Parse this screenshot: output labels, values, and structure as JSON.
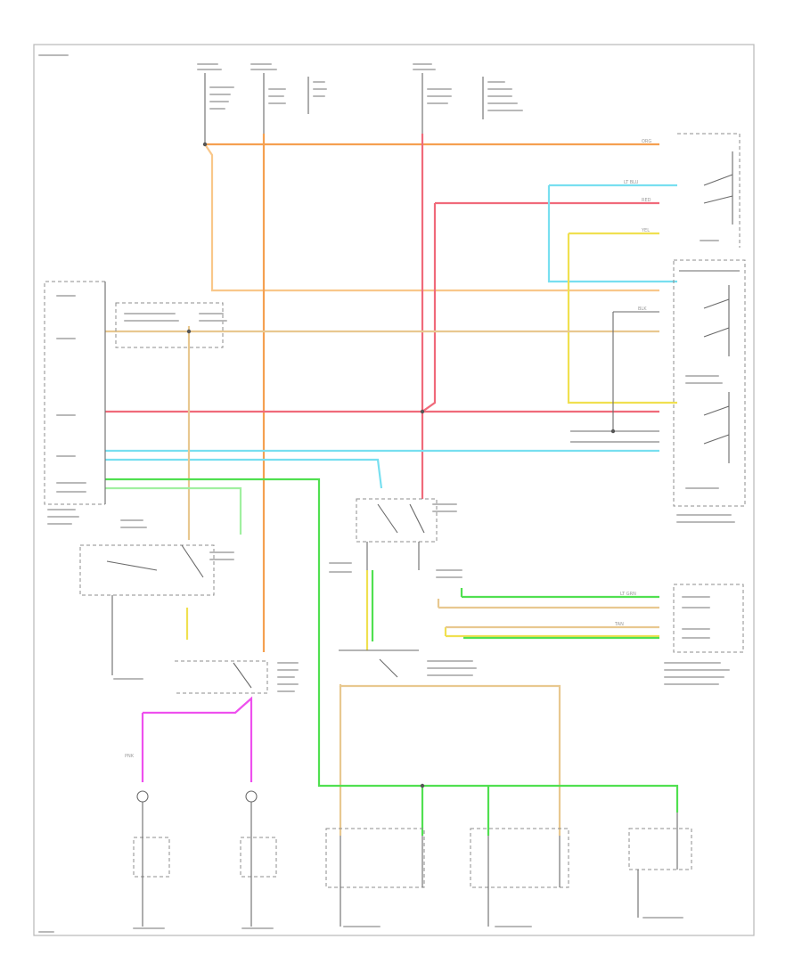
{
  "colors": {
    "orange": "#f5a050",
    "orange_light": "#f9c78a",
    "red": "#f06a7a",
    "cyan": "#78dff0",
    "yellow": "#f0e050",
    "green": "#50e050",
    "green_light": "#a0f0a0",
    "tan": "#e8c890",
    "magenta": "#ee50ee",
    "black": "#555555"
  },
  "wire_labels": {
    "orange": "ORG",
    "red": "RED",
    "cyan": "LT BLU",
    "yellow": "YEL",
    "green": "LT GRN",
    "tan": "TAN",
    "pink": "PNK",
    "black": "BLK"
  }
}
